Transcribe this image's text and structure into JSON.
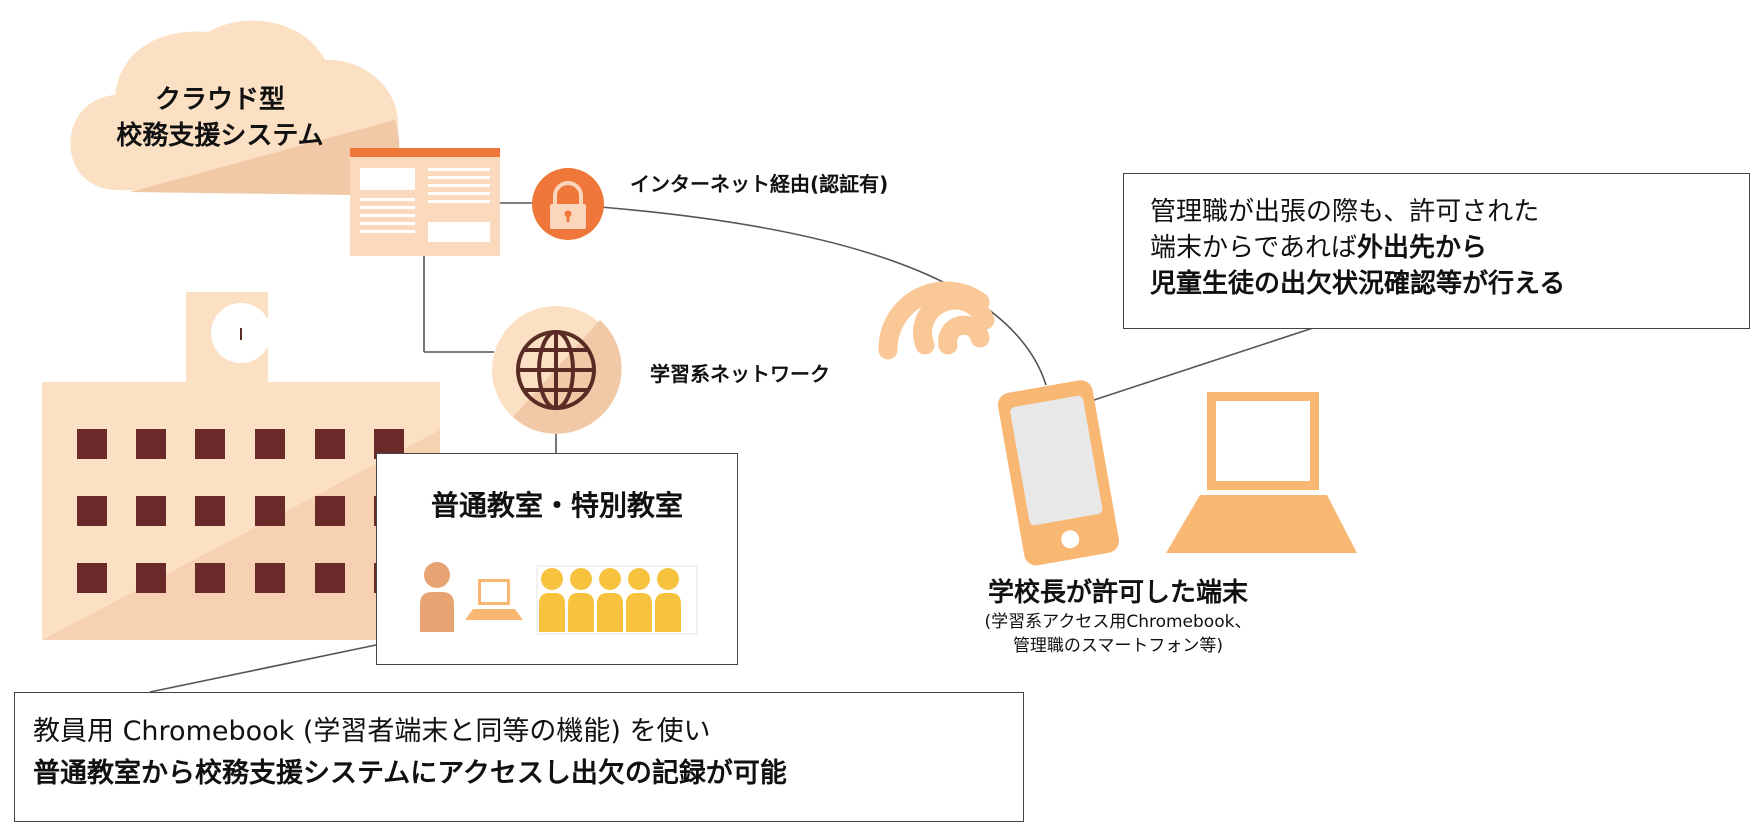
{
  "cloud": {
    "line1": "クラウド型",
    "line2": "校務支援システム"
  },
  "internet_label": "インターネット経由(認証有)",
  "learning_network_label": "学習系ネットワーク",
  "classroom": {
    "title": "普通教室・特別教室"
  },
  "admin_callout": {
    "line1": "管理職が出張の際も、許可された",
    "line2_prefix": "端末からであれば",
    "line2_bold": "外出先から",
    "line3": "児童生徒の出欠状況確認等が行える"
  },
  "device": {
    "title": "学校長が許可した端末",
    "sub1": "(学習系アクセス用Chromebook、",
    "sub2": "管理職のスマートフォン等)"
  },
  "teacher_callout": {
    "line1": "教員用 Chromebook (学習者端末と同等の機能) を使い",
    "line2": "普通教室から校務支援システムにアクセスし出欠の記録が可能"
  },
  "icons": [
    "cloud-icon",
    "web-app-window-icon",
    "lock-icon",
    "globe-icon",
    "school-building-icon",
    "wifi-signal-icon",
    "smartphone-icon",
    "laptop-icon",
    "teacher-icon",
    "student-icon"
  ],
  "colors": {
    "orange": "#f0773a",
    "light_orange": "#f9b774",
    "peach": "#fbe0c4",
    "brick": "#6b2a2a",
    "student_yellow": "#f7c33e"
  }
}
